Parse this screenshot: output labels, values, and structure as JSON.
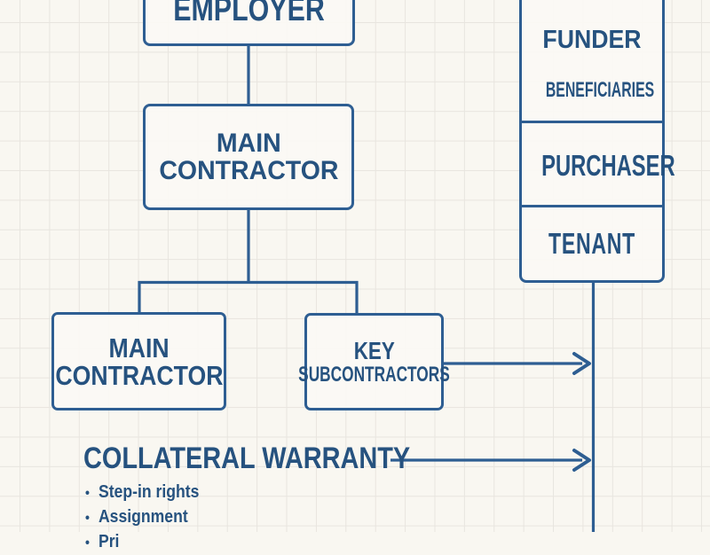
{
  "palette": {
    "ink": "#26527f",
    "line": "#2e5e92",
    "background": "#f9f7f1",
    "grid": "#e8e5df"
  },
  "diagram": {
    "employer": {
      "label": "EMPLOYER"
    },
    "main_contractor_top": {
      "line1": "MAIN",
      "line2": "CONTRACTOR"
    },
    "main_contractor_left": {
      "line1": "MAIN",
      "line2": "CONTRACTOR"
    },
    "key_subcontractors": {
      "line1": "KEY",
      "line2": "SUBCONTRACTORS"
    },
    "stakeholders": {
      "funder": "FUNDER",
      "beneficiaries": "BENEFICIARIES",
      "purchaser": "PURCHASER",
      "tenant": "TENANT"
    },
    "collateral_warranty": {
      "title": "COLLATERAL WARRANTY",
      "bullets": [
        "Step-in rights",
        "Assignment",
        "Pri"
      ],
      "bullet_marker": "•"
    }
  }
}
